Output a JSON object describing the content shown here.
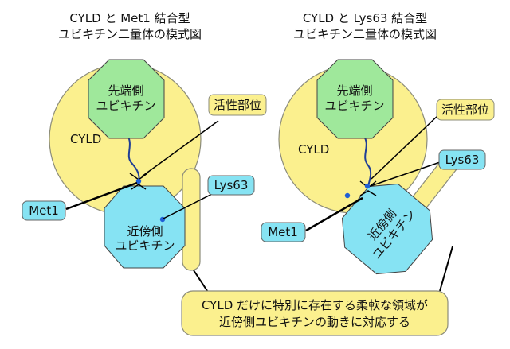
{
  "panels": [
    {
      "title_lines": [
        "CYLD と Met1 結合型",
        "ユビキチン二量体の模式図"
      ],
      "distal_lines": [
        "先端側",
        "ユビキチン"
      ],
      "proximal_lines": [
        "近傍側",
        "ユビキチン"
      ],
      "cyld_label": "CYLD",
      "site_label": "Met1",
      "lys_label": "Lys63",
      "active_label": "活性部位"
    },
    {
      "title_lines": [
        "CYLD と Lys63 結合型",
        "ユビキチン二量体の模式図"
      ],
      "distal_lines": [
        "先端側",
        "ユビキチン"
      ],
      "proximal_lines": [
        "近傍側",
        "ユビキチン"
      ],
      "cyld_label": "CYLD",
      "site_label": "Met1",
      "lys_label": "Lys63",
      "active_label": "活性部位"
    }
  ],
  "caption_lines": [
    "CYLD だけに特別に存在する柔軟な領域が",
    "近傍側ユビキチンの動きに対応する"
  ],
  "colors": {
    "cyld_fill": "#fbf08e",
    "cyld_stroke": "#8c8c7a",
    "distal_fill": "#9fe89b",
    "proximal_fill": "#86e3f3",
    "label_fill": "#86e3f3",
    "active_fill": "#fbf08e",
    "caption_fill": "#fbf08e",
    "chain": "#1f3e96",
    "dot": "#1f5fd6",
    "line": "#000000"
  }
}
